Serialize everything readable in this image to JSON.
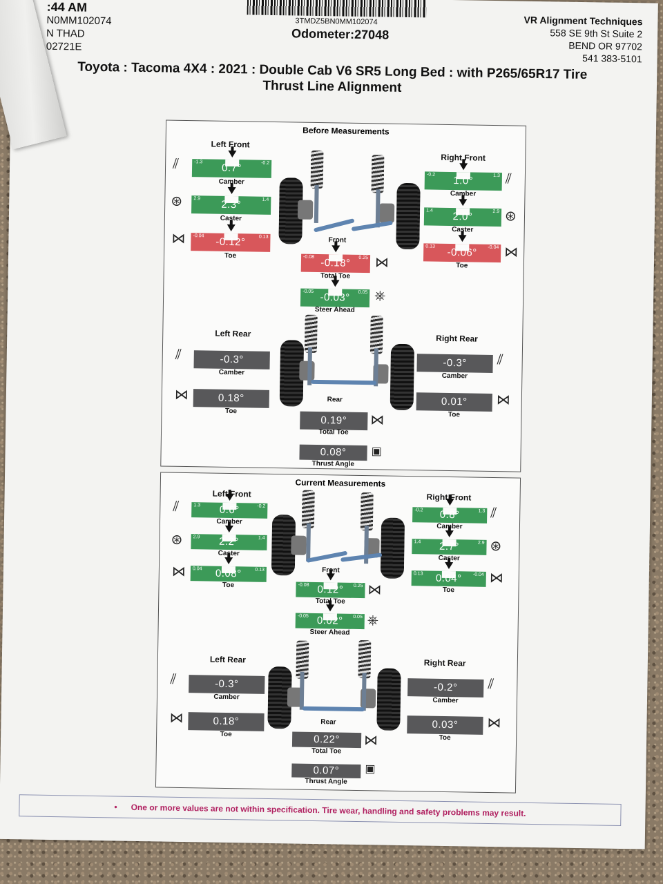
{
  "header": {
    "time": ":44 AM",
    "vin_partial": "N0MM102074",
    "tech": "N THAD",
    "code": "02721E",
    "vin_center": "3TMDZ5BN0MM102074",
    "odometer": "Odometer:27048"
  },
  "shop": {
    "name": "VR Alignment Techniques",
    "address1": "558 SE 9th St Suite 2",
    "address2": "BEND OR 97702",
    "phone": "541 383-5101"
  },
  "title": {
    "vehicle": "Toyota : Tacoma 4X4 : 2021 : Double Cab V6 SR5 Long Bed : with P265/65R17 Tire",
    "type": "Thrust Line Alignment"
  },
  "before": {
    "title": "Before Measurements",
    "left_front": {
      "label": "Left Front",
      "camber": {
        "value": "0.7°",
        "min": "-1.3",
        "max": "-0.2",
        "label": "Camber"
      },
      "caster": {
        "value": "2.3°",
        "min": "2.9",
        "max": "1.4",
        "label": "Caster"
      },
      "toe": {
        "value": "-0.12°",
        "min": "-0.04",
        "max": "0.13",
        "label": "Toe"
      }
    },
    "right_front": {
      "label": "Right Front",
      "camber": {
        "value": "1.0°",
        "min": "-0.2",
        "max": "1.3",
        "label": "Camber"
      },
      "caster": {
        "value": "2.0°",
        "min": "1.4",
        "max": "2.9",
        "label": "Caster"
      },
      "toe": {
        "value": "-0.06°",
        "min": "0.13",
        "max": "-0.04",
        "label": "Toe"
      }
    },
    "front_label": "Front",
    "total_toe": {
      "value": "-0.18°",
      "min": "-0.08",
      "max": "0.25",
      "label": "Total Toe"
    },
    "steer_ahead": {
      "value": "-0.03°",
      "min": "-0.05",
      "max": "0.05",
      "label": "Steer Ahead"
    },
    "left_rear": {
      "label": "Left Rear",
      "camber": {
        "value": "-0.3°",
        "label": "Camber"
      },
      "toe": {
        "value": "0.18°",
        "label": "Toe"
      }
    },
    "right_rear": {
      "label": "Right Rear",
      "camber": {
        "value": "-0.3°",
        "label": "Camber"
      },
      "toe": {
        "value": "0.01°",
        "label": "Toe"
      }
    },
    "rear_label": "Rear",
    "rear_total_toe": {
      "value": "0.19°",
      "label": "Total Toe"
    },
    "thrust_angle": {
      "value": "0.08°",
      "label": "Thrust Angle"
    }
  },
  "current": {
    "title": "Current Measurements",
    "left_front": {
      "label": "Left Front",
      "camber": {
        "value": "0.6°",
        "min": "1.3",
        "max": "-0.2",
        "label": "Camber"
      },
      "caster": {
        "value": "2.2°",
        "min": "2.9",
        "max": "1.4",
        "label": "Caster"
      },
      "toe": {
        "value": "0.08°",
        "min": "0.04",
        "max": "0.13",
        "label": "Toe"
      }
    },
    "right_front": {
      "label": "Right Front",
      "camber": {
        "value": "0.8°",
        "min": "-0.2",
        "max": "1.3",
        "label": "Camber"
      },
      "caster": {
        "value": "2.7°",
        "min": "1.4",
        "max": "2.9",
        "label": "Caster"
      },
      "toe": {
        "value": "0.04°",
        "min": "0.13",
        "max": "-0.04",
        "label": "Toe"
      }
    },
    "front_label": "Front",
    "total_toe": {
      "value": "0.12°",
      "min": "-0.08",
      "max": "0.25",
      "label": "Total Toe"
    },
    "steer_ahead": {
      "value": "0.02°",
      "min": "-0.05",
      "max": "0.05",
      "label": "Steer Ahead"
    },
    "left_rear": {
      "label": "Left Rear",
      "camber": {
        "value": "-0.3°",
        "label": "Camber"
      },
      "toe": {
        "value": "0.18°",
        "label": "Toe"
      }
    },
    "right_rear": {
      "label": "Right Rear",
      "camber": {
        "value": "-0.2°",
        "label": "Camber"
      },
      "toe": {
        "value": "0.03°",
        "label": "Toe"
      }
    },
    "rear_label": "Rear",
    "rear_total_toe": {
      "value": "0.22°",
      "label": "Total Toe"
    },
    "thrust_angle": {
      "value": "0.07°",
      "label": "Thrust Angle"
    }
  },
  "warning": {
    "bullet": "•",
    "text": "One or more values are not within specification.  Tire wear, handling and safety problems may result."
  },
  "colors": {
    "in_spec": "#3c9a58",
    "out_of_spec": "#d8575b",
    "no_spec": "#58585a",
    "warning_text": "#b02060"
  }
}
